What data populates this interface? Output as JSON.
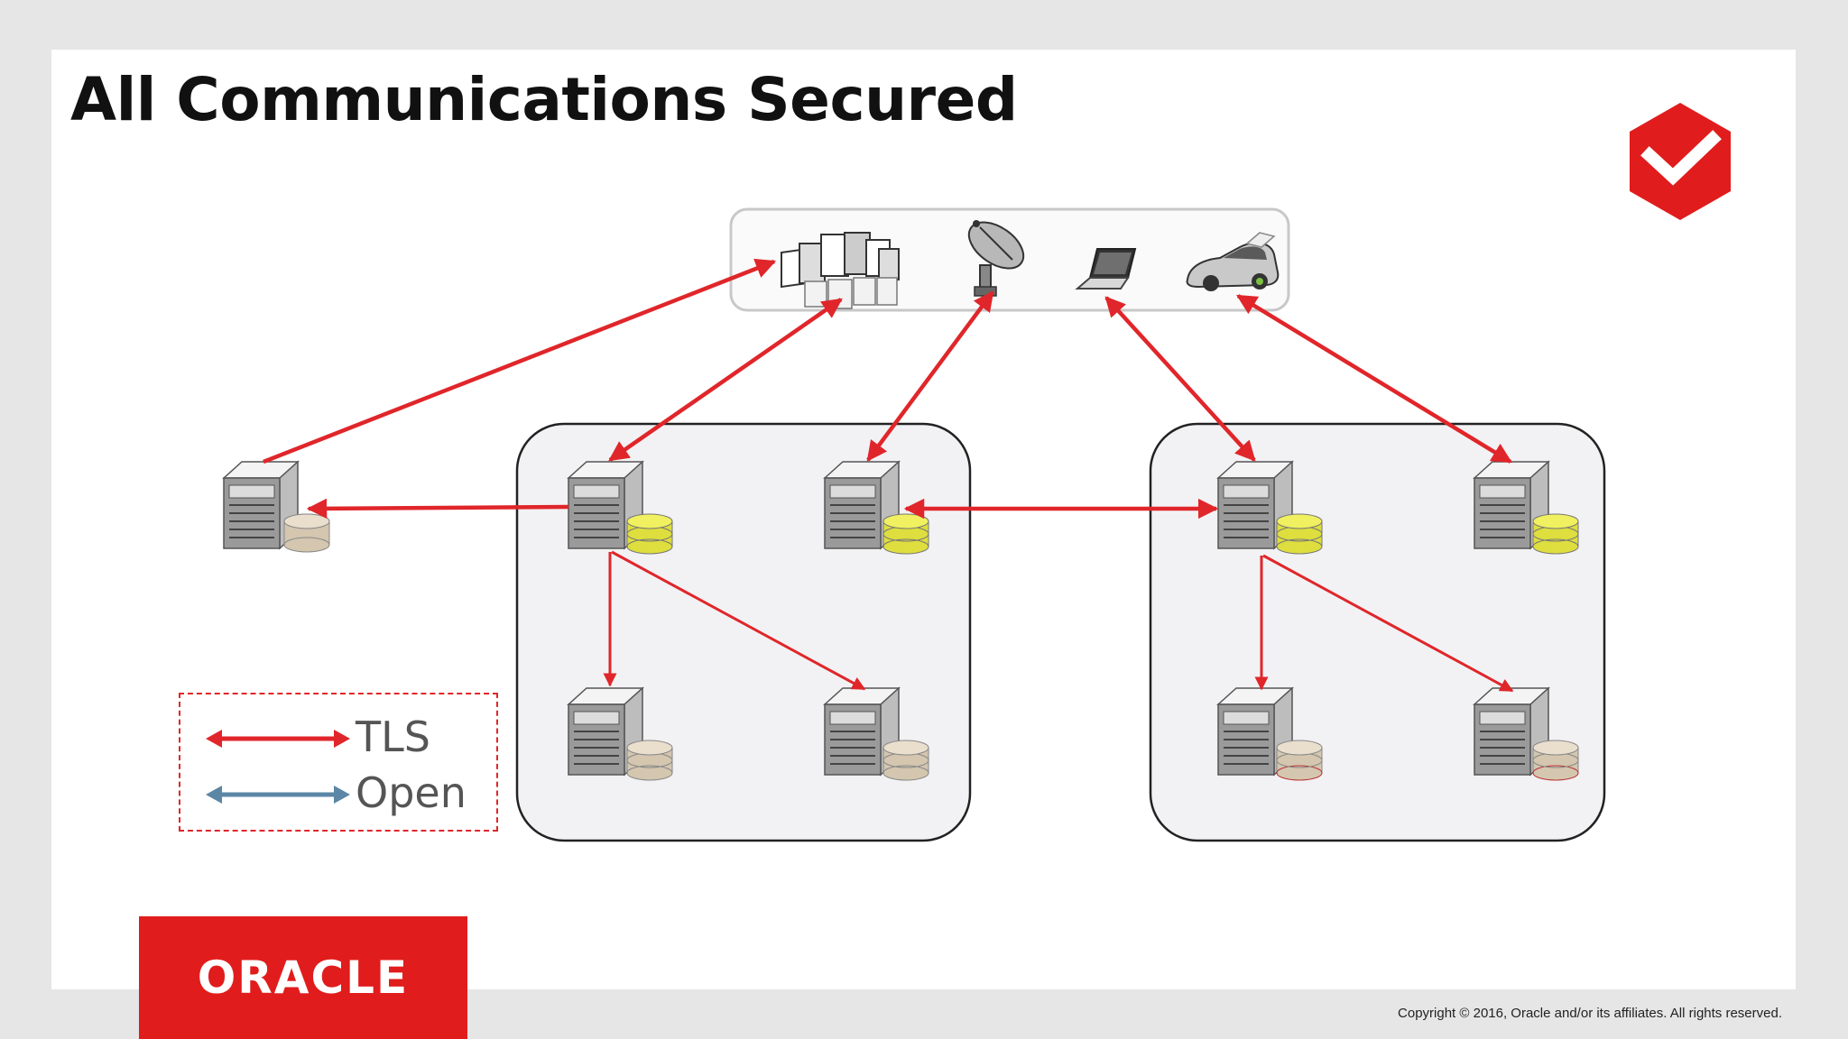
{
  "slide": {
    "title": "All Communications Secured",
    "copyright": "Copyright © 2016, Oracle and/or its affiliates. All rights reserved.",
    "brand": "ORACLE"
  },
  "legend": {
    "tls_label": "TLS",
    "open_label": "Open"
  },
  "colors": {
    "tls": "#e0262a",
    "open": "#5b86a6",
    "brand_red": "#e11c1c",
    "cluster_fill": "#f2f2f4"
  },
  "client_devices": [
    "tablets-icon",
    "satellite-dish-icon",
    "laptop-icon",
    "car-icon"
  ]
}
